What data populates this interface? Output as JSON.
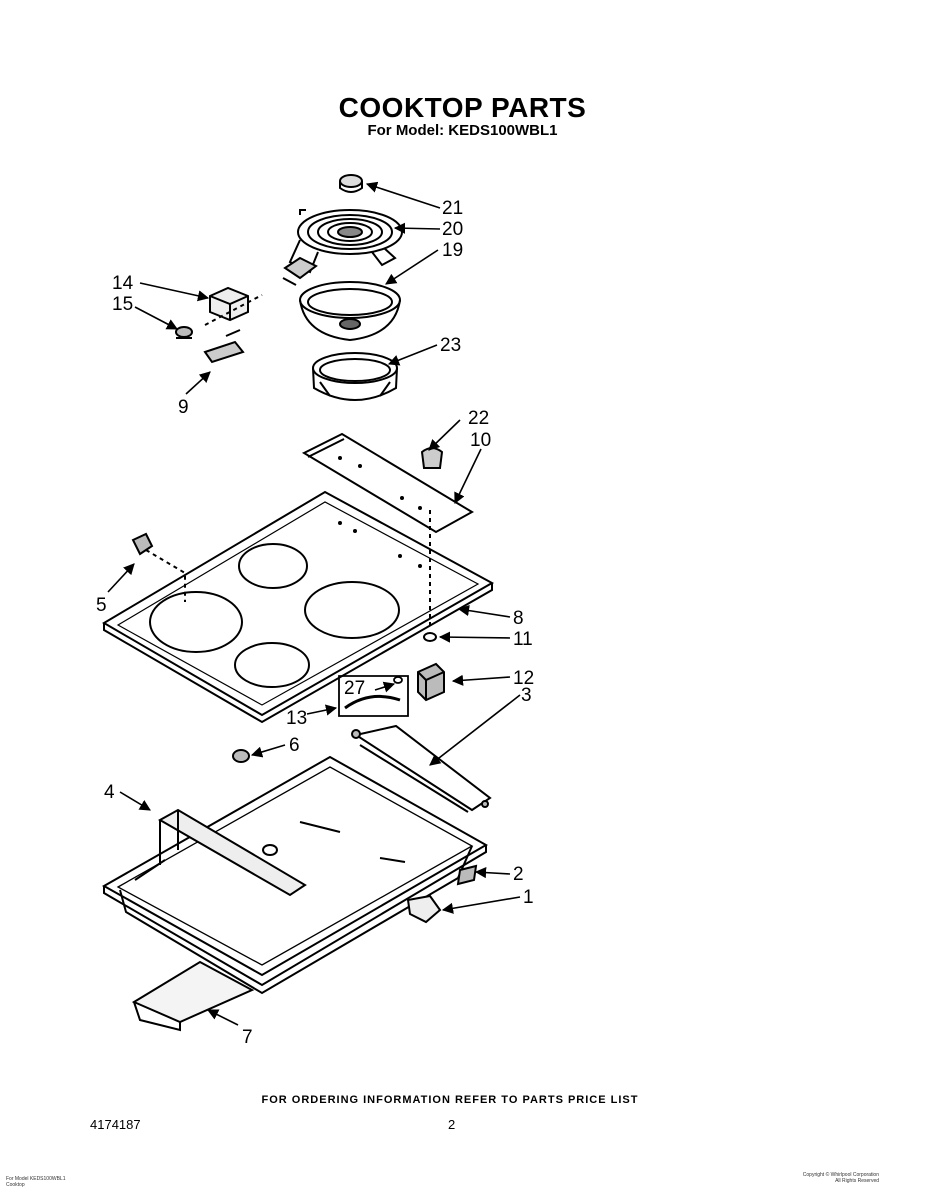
{
  "header": {
    "title": "COOKTOP PARTS",
    "subtitle": "For Model: KEDS100WBL1"
  },
  "callouts": {
    "c21": "21",
    "c20": "20",
    "c19": "19",
    "c14": "14",
    "c15": "15",
    "c23": "23",
    "c9": "9",
    "c22": "22",
    "c10": "10",
    "c5": "5",
    "c8": "8",
    "c11": "11",
    "c27": "27",
    "c12": "12",
    "c13": "13",
    "c3": "3",
    "c6": "6",
    "c4": "4",
    "c2": "2",
    "c1": "1",
    "c7": "7"
  },
  "footer": {
    "ordering": "FOR ORDERING INFORMATION REFER TO PARTS PRICE LIST",
    "doc_number": "4174187",
    "page_number": "2",
    "fine_left_1": "For Model KEDS100WBL1",
    "fine_left_2": "Cooktop",
    "fine_right_1": "Copyright © Whirlpool Corporation",
    "fine_right_2": "All Rights Reserved"
  }
}
